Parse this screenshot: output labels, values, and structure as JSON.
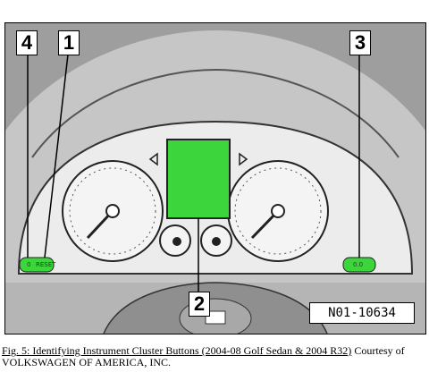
{
  "figure": {
    "callouts": [
      "1",
      "2",
      "3",
      "4"
    ],
    "reference_code": "N01-10634",
    "buttons": {
      "left_a": "0",
      "left_b": "RESET",
      "right": "0.0"
    },
    "colors": {
      "highlight": "#3cd63c",
      "cluster_face": "#e8e8e8",
      "dash": "#bdbdbd"
    }
  },
  "caption": {
    "title": "Fig. 5: Identifying Instrument Cluster Buttons (2004-08 Golf Sedan & 2004 R32)",
    "credit_line1": " Courtesy of",
    "credit_line2": "VOLKSWAGEN OF AMERICA, INC."
  }
}
